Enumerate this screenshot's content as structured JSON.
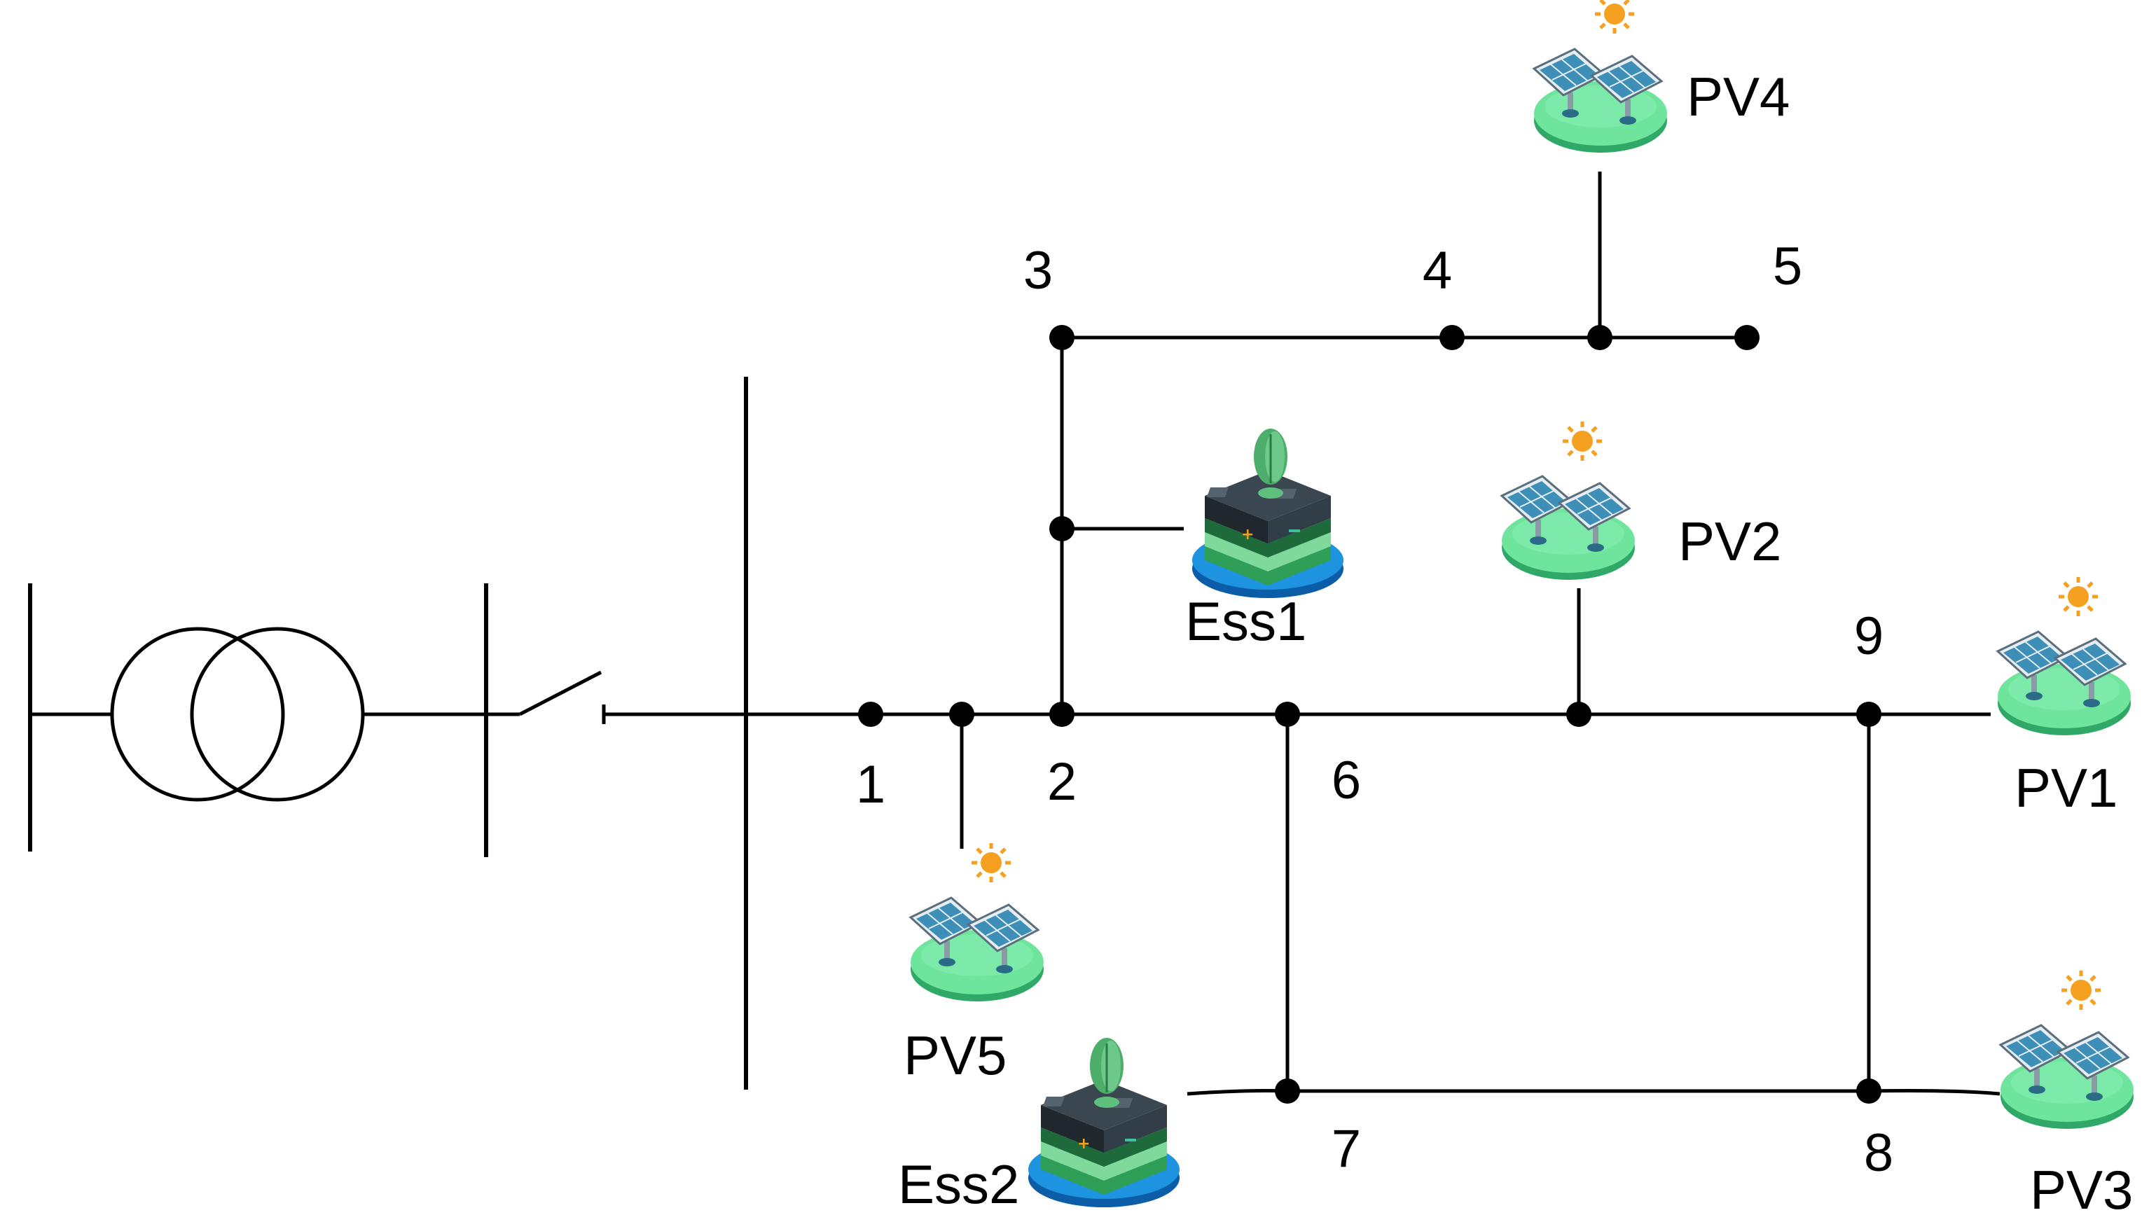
{
  "diagram": {
    "bus_labels": {
      "b1": "1",
      "b2": "2",
      "b3": "3",
      "b4": "4",
      "b5": "5",
      "b6": "6",
      "b7": "7",
      "b8": "8",
      "b9": "9"
    },
    "pv_labels": {
      "pv1": "PV1",
      "pv2": "PV2",
      "pv3": "PV3",
      "pv4": "PV4",
      "pv5": "PV5"
    },
    "ess_labels": {
      "ess1": "Ess1",
      "ess2": "Ess2"
    },
    "icons": {
      "pv": "solar-panel-icon",
      "ess": "battery-storage-icon",
      "transformer": "transformer-symbol",
      "switch": "breaker-switch-symbol"
    },
    "colors": {
      "line": "#000000",
      "pv_base": "#5fd98f",
      "panel": "#3d8fb8",
      "sun": "#f5a020",
      "ess_base": "#1a88d6",
      "ess_body": "#263038",
      "leaf": "#4cae6a"
    }
  }
}
